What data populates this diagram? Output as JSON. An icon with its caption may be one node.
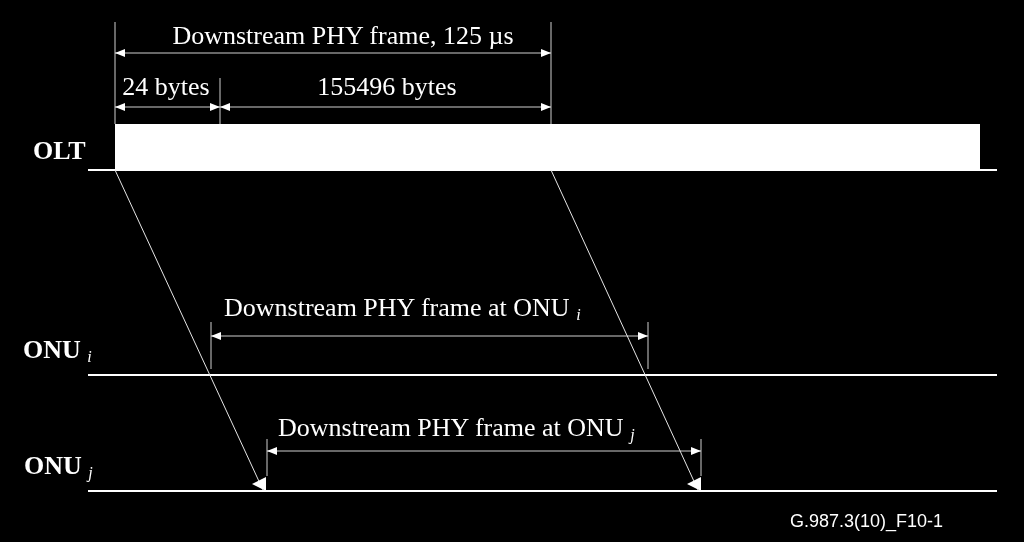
{
  "diagram": {
    "nodes": [
      {
        "text": [],
        "shape": "line",
        "beside": [
          "OLT"
        ]
      },
      {
        "text": [],
        "shape": "bar"
      },
      {
        "text": [],
        "shape": "line",
        "beside": [
          "ONU $_{i}$"
        ]
      },
      {
        "text": [],
        "shape": "line",
        "beside": [
          "ONU $_{j}$"
        ]
      }
    ],
    "edges": [
      {
        "from": 1,
        "to": 3,
        "arrow": "to"
      },
      {
        "from": 1,
        "to": 3,
        "arrow": "to"
      }
    ],
    "labels": [
      "Downstream PHY frame, 125 µs",
      "24 bytes",
      "155496 bytes",
      "Downstream PHY frame at ONU $_{i}$",
      "Downstream PHY frame at ONU $_{j}$",
      "G.987.3(10)_F10-1"
    ]
  }
}
